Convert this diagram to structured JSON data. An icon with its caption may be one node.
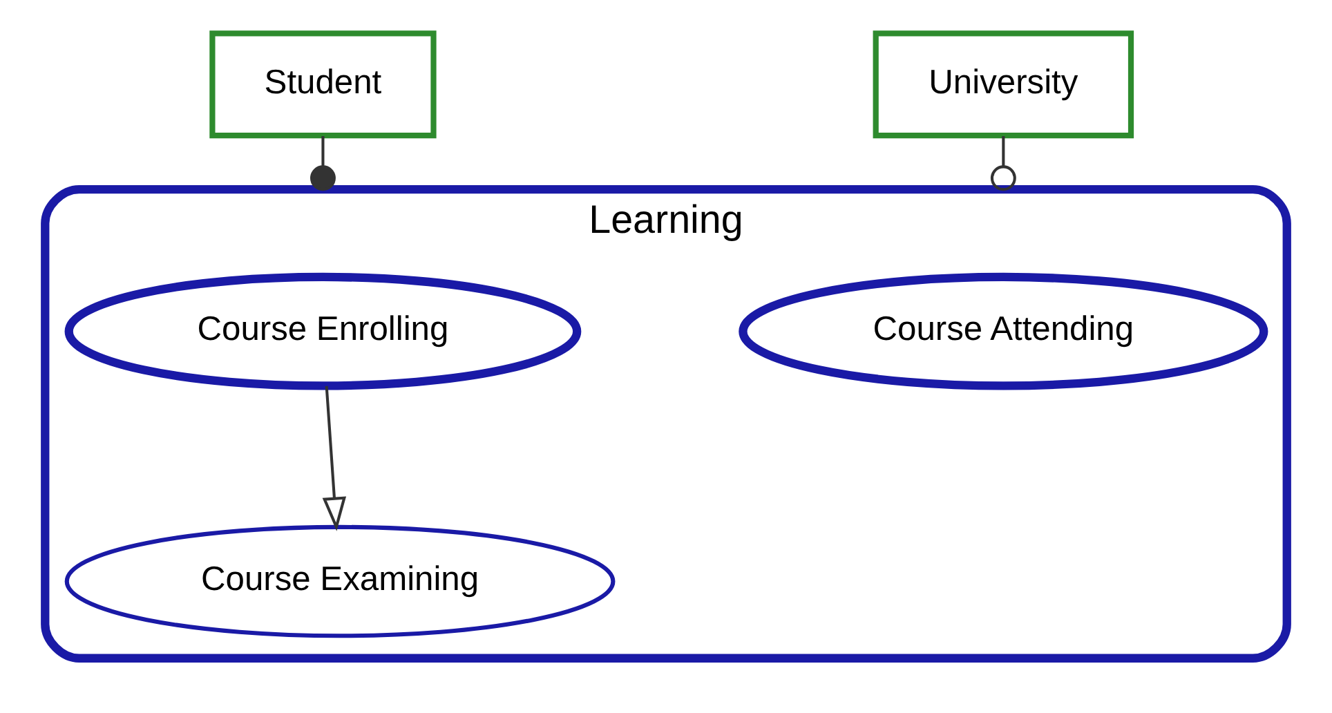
{
  "diagram": {
    "nodes": [
      {
        "text": [
          "Student"
        ]
      },
      {
        "text": [
          "University"
        ]
      },
      {
        "text": [
          "Learning"
        ]
      },
      {
        "text": [
          "Course Enrolling"
        ],
        "in": 2
      },
      {
        "text": [
          "Course Attending"
        ],
        "in": 2
      },
      {
        "text": [
          "Course Examining"
        ],
        "in": 2
      }
    ],
    "edges": [
      {
        "from": 0,
        "to": 2,
        "arrow": "other"
      },
      {
        "from": 1,
        "to": 2,
        "arrow": "other"
      },
      {
        "from": 3,
        "to": 5,
        "arrow": "to"
      }
    ]
  }
}
